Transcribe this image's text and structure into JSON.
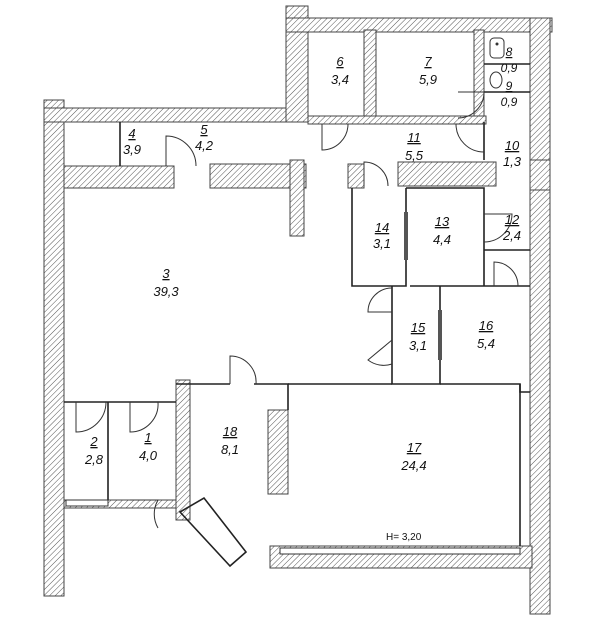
{
  "rooms": [
    {
      "id": "6",
      "area": "3,4"
    },
    {
      "id": "7",
      "area": "5,9"
    },
    {
      "id": "8",
      "area": "0,9"
    },
    {
      "id": "9",
      "area": "0,9"
    },
    {
      "id": "4",
      "area": "3,9"
    },
    {
      "id": "5",
      "area": "4,2"
    },
    {
      "id": "11",
      "area": "5,5"
    },
    {
      "id": "10",
      "area": "1,3"
    },
    {
      "id": "14",
      "area": "3,1"
    },
    {
      "id": "13",
      "area": "4,4"
    },
    {
      "id": "12",
      "area": "2,4"
    },
    {
      "id": "3",
      "area": "39,3"
    },
    {
      "id": "15",
      "area": "3,1"
    },
    {
      "id": "16",
      "area": "5,4"
    },
    {
      "id": "2",
      "area": "2,8"
    },
    {
      "id": "1",
      "area": "4,0"
    },
    {
      "id": "18",
      "area": "8,1"
    },
    {
      "id": "17",
      "area": "24,4"
    }
  ],
  "ceiling_height": "H= 3,20"
}
